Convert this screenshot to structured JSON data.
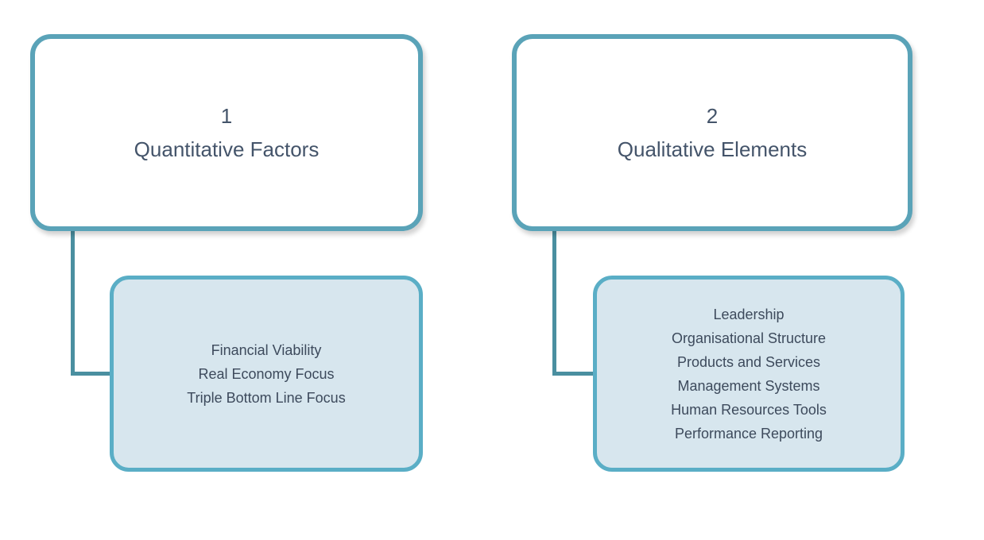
{
  "diagram": {
    "branches": [
      {
        "number": "1",
        "title": "Quantitative Factors",
        "items": [
          "Financial Viability",
          "Real Economy Focus",
          "Triple Bottom Line Focus"
        ]
      },
      {
        "number": "2",
        "title": "Qualitative Elements",
        "items": [
          "Leadership",
          "Organisational Structure",
          "Products and Services",
          "Management Systems",
          "Human Resources Tools",
          "Performance Reporting"
        ]
      }
    ]
  },
  "colors": {
    "top_border": "#5aa3b8",
    "sub_border": "#5aaec6",
    "sub_fill": "#d7e6ee",
    "connector": "#4a8fa0",
    "text": "#44546a"
  }
}
